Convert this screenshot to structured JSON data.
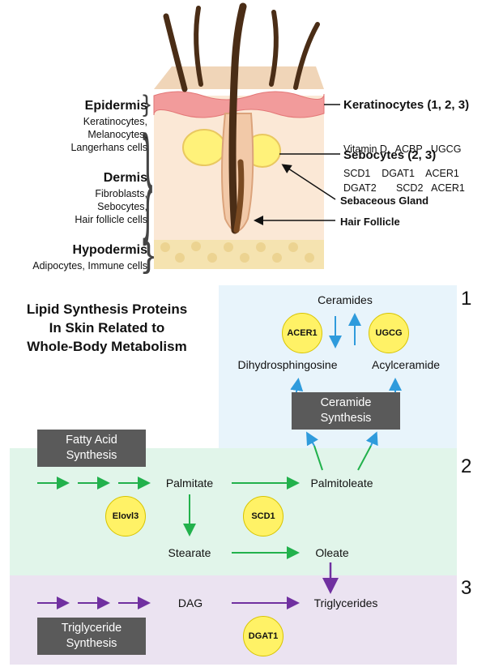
{
  "colors": {
    "region1": "#e8f4fb",
    "region2": "#e1f5ea",
    "region3": "#ebe3f1",
    "green_arrow": "#22b14c",
    "blue_arrow": "#2f9bdc",
    "purple_arrow": "#7030a0",
    "enzyme_fill": "#fff266",
    "box_fill": "#5a5a5a"
  },
  "skin": {
    "epidermis": {
      "label": "Epidermis",
      "cells": [
        "Keratinocytes,",
        "Melanocytes,",
        "Langerhans cells"
      ]
    },
    "dermis": {
      "label": "Dermis",
      "cells": [
        "Fibroblasts,",
        "Sebocytes,",
        "Hair follicle cells"
      ]
    },
    "hypodermis": {
      "label": "Hypodermis",
      "cells": [
        "Adipocytes, Immune cells"
      ]
    },
    "keratinocytes": {
      "title": "Keratinocytes (1, 2, 3)",
      "line1": "Vitamin D   ACBP   UGCG",
      "line2": "DGAT2       SCD2   ACER1"
    },
    "sebocytes": {
      "title": "Sebocytes (2, 3)",
      "line1": "SCD1    DGAT1    ACER1"
    },
    "sebaceous_gland": "Sebaceous Gland",
    "hair_follicle": "Hair Follicle"
  },
  "pathway": {
    "title_lines": [
      "Lipid Synthesis Proteins",
      "In Skin Related to",
      "Whole-Body Metabolism"
    ],
    "section_numbers": [
      "1",
      "2",
      "3"
    ],
    "ceramides": "Ceramides",
    "dihydrosphingosine": "Dihydrosphingosine",
    "acylceramide": "Acylceramide",
    "ceramide_synthesis": [
      "Ceramide",
      "Synthesis"
    ],
    "fatty_acid_synthesis": [
      "Fatty Acid",
      "Synthesis"
    ],
    "triglyceride_synthesis": [
      "Triglyceride",
      "Synthesis"
    ],
    "palmitate": "Palmitate",
    "palmitoleate": "Palmitoleate",
    "stearate": "Stearate",
    "oleate": "Oleate",
    "dag": "DAG",
    "triglycerides": "Triglycerides",
    "enzymes": {
      "acer1": "ACER1",
      "ugcg": "UGCG",
      "elovl3": "Elovl3",
      "scd1": "SCD1",
      "dgat1": "DGAT1"
    }
  }
}
